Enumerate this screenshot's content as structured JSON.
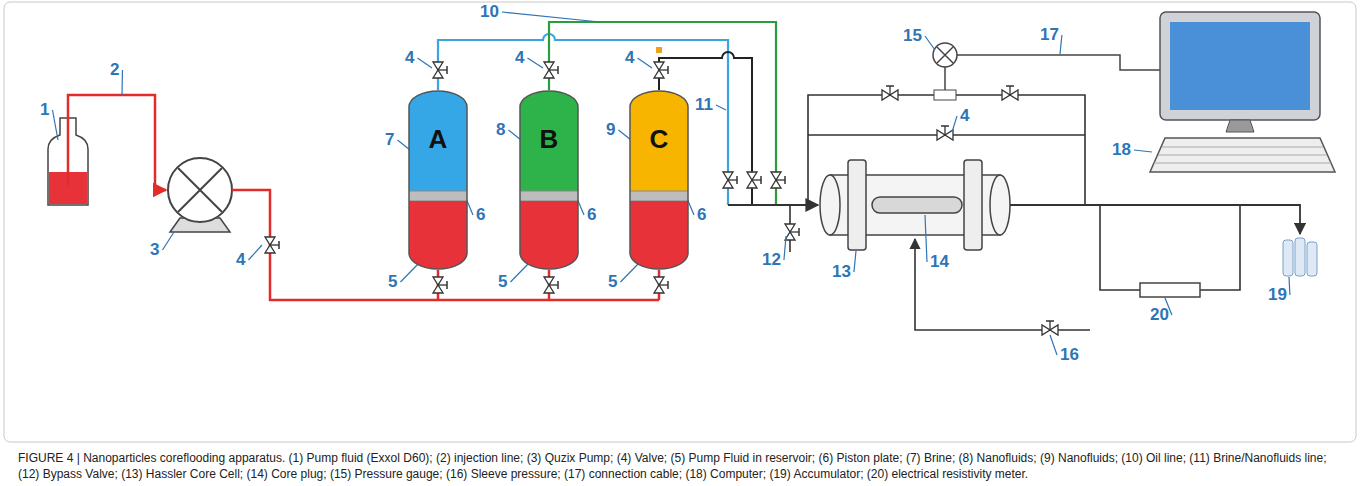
{
  "diagram": {
    "caption": "FIGURE 4 | Nanoparticles coreflooding apparatus. (1) Pump fluid (Exxol D60); (2) injection line; (3) Quzix Pump; (4) Valve; (5) Pump Fluid in reservoir; (6) Piston plate; (7) Brine; (8) Nanofluids; (9) Nanofluids; (10) Oil line; (11) Brine/Nanofluids line; (12) Bypass Valve; (13) Hassler Core Cell; (14) Core plug; (15) Pressure gauge; (16) Sleeve pressure; (17) connection cable; (18) Computer; (19) Accumulator; (20) electrical resistivity meter.",
    "nodes": [
      {
        "text": [
          "A"
        ]
      },
      {
        "text": [
          "B"
        ]
      },
      {
        "text": [
          "C"
        ]
      }
    ],
    "labels": [
      "1",
      "2",
      "3",
      "4",
      "5",
      "6",
      "7",
      "4",
      "5",
      "6",
      "8",
      "4",
      "10",
      "5",
      "6",
      "9",
      "4",
      "11",
      "12",
      "13",
      "14",
      "4",
      "15",
      "16",
      "17",
      "18",
      "19",
      "20"
    ]
  }
}
